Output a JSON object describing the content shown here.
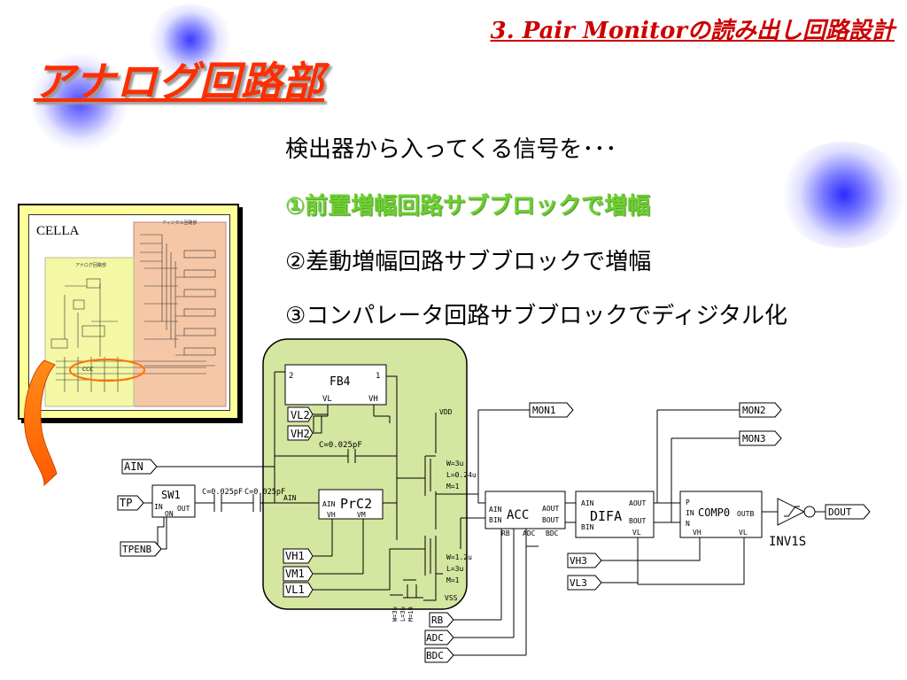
{
  "header": "3. Pair Monitorの読み出し回路設計",
  "title": "アナログ回路部",
  "intro": "検出器から入ってくる信号を･･･",
  "bullets": [
    "①前置増幅回路サブブロックで増幅",
    "②差動増幅回路サブブロックで増幅",
    "③コンパレータ回路サブブロックでディジタル化"
  ],
  "thumbnail": {
    "label": "CELLA",
    "digital_title": "ディジタル回路部",
    "analog_title": "アナログ回路部",
    "small_label": "CCC"
  },
  "colors": {
    "header": "#cc0000",
    "title": "#ff2d00",
    "highlight": "#6bd12f",
    "panel": "#d4e6a0",
    "thumb_frame": "#ffff99"
  },
  "schematic": {
    "fb4": {
      "name": "FB4",
      "pin_left": "2",
      "pin_right": "1",
      "vl": "VL",
      "vh": "VH"
    },
    "prc2": {
      "name": "PrC2",
      "ain": "AIN",
      "vh": "VH",
      "vm": "VM"
    },
    "sw1": {
      "name": "SW1",
      "in": "IN",
      "out": "OUT",
      "on": "ON"
    },
    "acc": {
      "name": "ACC",
      "ain": "AIN",
      "bin": "BIN",
      "aout": "AOUT",
      "bout": "BOUT",
      "rb": "RB",
      "adc": "ADC",
      "bdc": "BDC"
    },
    "difa": {
      "name": "DIFA",
      "ain": "AIN",
      "bin": "BIN",
      "aout": "AOUT",
      "bout": "BOUT",
      "vl": "VL"
    },
    "comp0": {
      "name": "COMP0",
      "p": "P",
      "in": "IN",
      "n": "N",
      "outb": "OUTB",
      "vh": "VH",
      "vl": "VL"
    },
    "inv": {
      "name": "INV1S"
    },
    "ports": {
      "ain": "AIN",
      "tp": "TP",
      "tpenb": "TPENB",
      "mon1": "MON1",
      "mon2": "MON2",
      "mon3": "MON3",
      "dout": "DOUT",
      "vl2": "VL2",
      "vh2": "VH2",
      "vh1": "VH1",
      "vm1": "VM1",
      "vl1": "VL1",
      "vh3": "VH3",
      "vl3": "VL3",
      "rb": "RB",
      "adc": "ADC",
      "bdc": "BDC"
    },
    "labels": {
      "cap_fb": "C=0.025pF",
      "cap_in1": "C=0.025pF",
      "cap_in2": "C=0.025pF",
      "vdd": "VDD",
      "vss": "VSS",
      "ain_net": "AIN",
      "pmos_w": "W=3u",
      "pmos_l": "L=0.24u",
      "pmos_m": "M=1",
      "nmos_w": "W=1.2u",
      "nmos_l": "L=3u",
      "nmos_m": "M=1",
      "small_w": "W=3u",
      "small_l": "L=3u",
      "small_m": "M=10"
    }
  }
}
